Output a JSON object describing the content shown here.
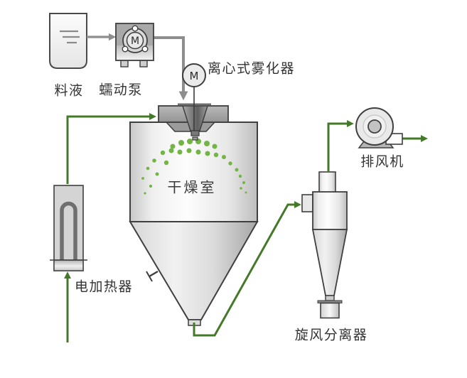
{
  "labels": {
    "feed_tank": "料液",
    "peristaltic_pump": "蠕动泵",
    "atomizer": "离心式雾化器",
    "drying_chamber": "干燥室",
    "electric_heater": "电加热器",
    "cyclone_separator": "旋风分离器",
    "exhaust_fan": "排风机",
    "pump_motor": "M",
    "atomizer_motor": "M"
  },
  "colors": {
    "flow_line_green": "#45792a",
    "feed_line_gray": "#8e8e8e",
    "spray_dot_green": "#72b544",
    "equipment_outline": "#3f3f3f",
    "label_text": "#333333"
  },
  "spray_dots": [
    [
      243,
      206,
      3.5
    ],
    [
      255,
      201,
      4
    ],
    [
      267,
      199,
      4
    ],
    [
      279,
      199,
      4
    ],
    [
      291,
      202,
      4
    ],
    [
      302,
      206,
      3.5
    ],
    [
      229,
      215,
      3.2
    ],
    [
      241,
      212,
      3.5
    ],
    [
      253,
      214,
      3.5
    ],
    [
      266,
      212,
      3.5
    ],
    [
      279,
      214,
      3.5
    ],
    [
      292,
      216,
      3.5
    ],
    [
      304,
      218,
      3.2
    ],
    [
      217,
      226,
      2.8
    ],
    [
      234,
      229,
      3.2
    ],
    [
      315,
      221,
      3
    ],
    [
      324,
      230,
      2.7
    ],
    [
      208,
      237,
      2.3
    ],
    [
      221,
      245,
      2.5
    ],
    [
      333,
      239,
      2.5
    ],
    [
      338,
      248,
      2.2
    ],
    [
      201,
      251,
      1.9
    ],
    [
      212,
      262,
      2.1
    ],
    [
      343,
      257,
      2.0
    ],
    [
      339,
      265,
      1.8
    ],
    [
      204,
      272,
      1.6
    ],
    [
      346,
      271,
      1.5
    ]
  ]
}
